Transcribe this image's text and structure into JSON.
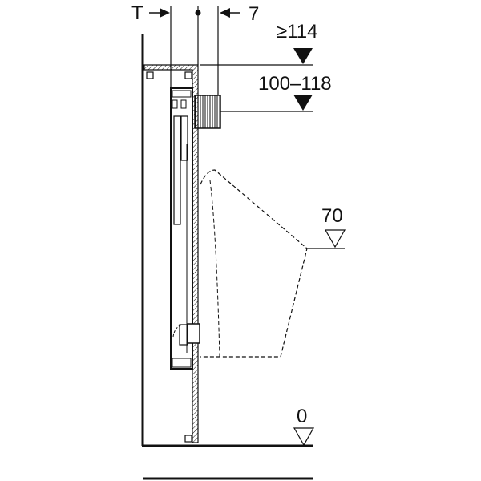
{
  "dimensions": {
    "wall_thickness_label": "T",
    "offset_label": "7",
    "top_height_label": "≥114",
    "connection_height_label": "100–118",
    "urinal_height_label": "70",
    "floor_level_label": "0"
  },
  "colors": {
    "line": "#111111",
    "background": "#ffffff"
  }
}
